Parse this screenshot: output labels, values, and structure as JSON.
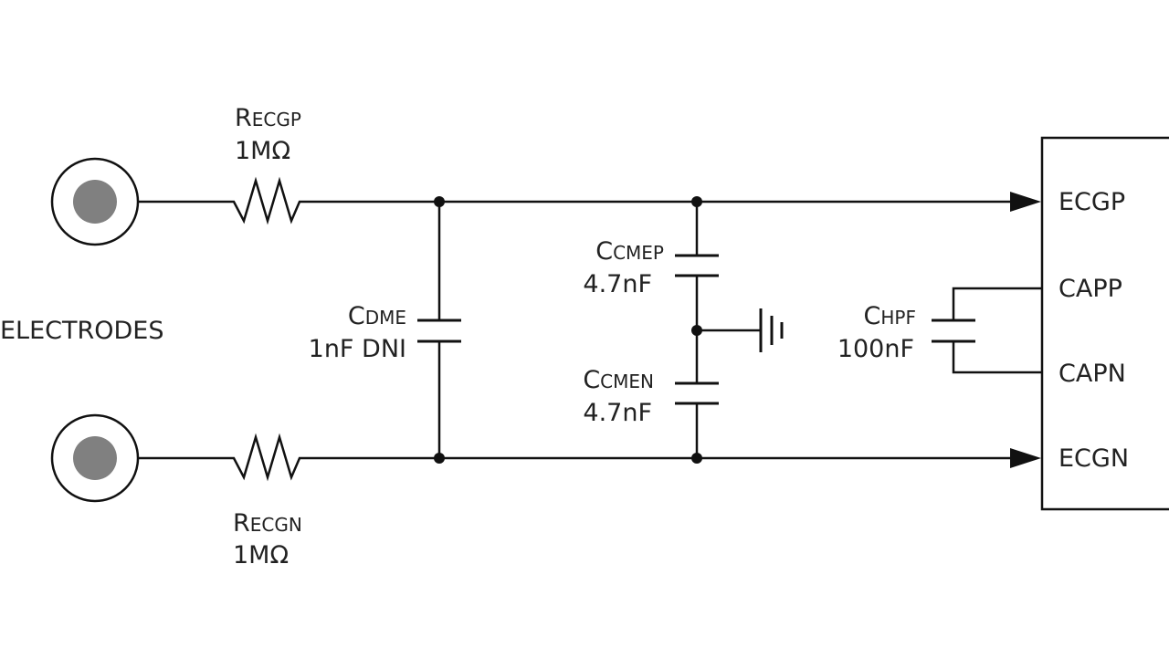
{
  "electrodes_label": "ELECTRODES",
  "components": {
    "r_ecgp": {
      "main": "R",
      "sub": "ECGP",
      "value": "1MΩ"
    },
    "r_ecgn": {
      "main": "R",
      "sub": "ECGN",
      "value": "1MΩ"
    },
    "c_dme": {
      "main": "C",
      "sub": "DME",
      "value": "1nF DNI"
    },
    "c_cmep": {
      "main": "C",
      "sub": "CMEP",
      "value": "4.7nF"
    },
    "c_cmen": {
      "main": "C",
      "sub": "CMEN",
      "value": "4.7nF"
    },
    "c_hpf": {
      "main": "C",
      "sub": "HPF",
      "value": "100nF"
    }
  },
  "chip_pins": [
    "ECGP",
    "CAPP",
    "CAPN",
    "ECGN"
  ]
}
